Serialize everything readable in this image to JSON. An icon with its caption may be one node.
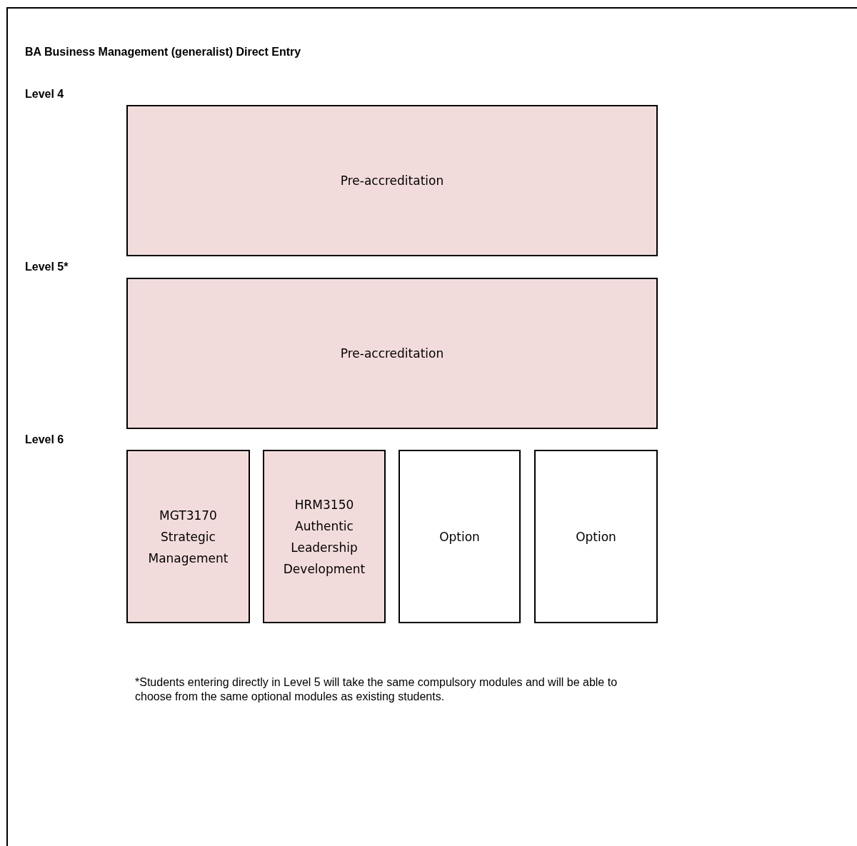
{
  "diagram": {
    "title": "BA Business Management (generalist) Direct Entry",
    "nodes": [
      {
        "text": [
          "Pre-accreditation"
        ]
      },
      {
        "text": [
          "Pre-accreditation"
        ]
      },
      {
        "text": [
          "MGT3170 Strategic Management"
        ]
      },
      {
        "text": [
          "HRM3150 Authentic Leadership Development"
        ]
      },
      {
        "text": [
          "Option"
        ]
      },
      {
        "text": [
          "Option"
        ]
      }
    ],
    "labels": [
      "Level 4",
      "Level 5*",
      "Level 6",
      "*Students entering directly in Level 5 will take the same compulsory modules and will be able to choose from the same optional modules as existing students."
    ]
  }
}
